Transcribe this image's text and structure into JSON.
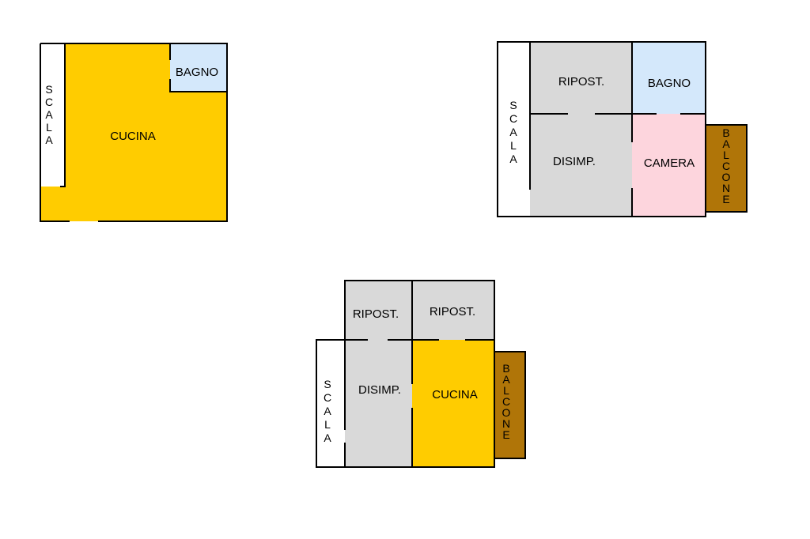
{
  "colors": {
    "kitchen": "#ffcc00",
    "bathroom": "#d4e8fb",
    "storage": "#d9d9d9",
    "bedroom": "#fdd5dd",
    "balcony": "#b07508",
    "stair": "#ffffff",
    "wall": "#000000"
  },
  "plan_a": {
    "stair_label": "SCALA",
    "kitchen_label": "CUCINA",
    "bath_label": "BAGNO"
  },
  "plan_b": {
    "stair_label": "SCALA",
    "storage_label": "RIPOST.",
    "bath_label": "BAGNO",
    "hall_label": "DISIMP.",
    "bedroom_label": "CAMERA",
    "balcony_label": "BALCONE"
  },
  "plan_c": {
    "stair_label": "SCALA",
    "storage_left_label": "RIPOST.",
    "storage_right_label": "RIPOST.",
    "hall_label": "DISIMP.",
    "kitchen_label": "CUCINA",
    "balcony_label": "BALCONE"
  }
}
